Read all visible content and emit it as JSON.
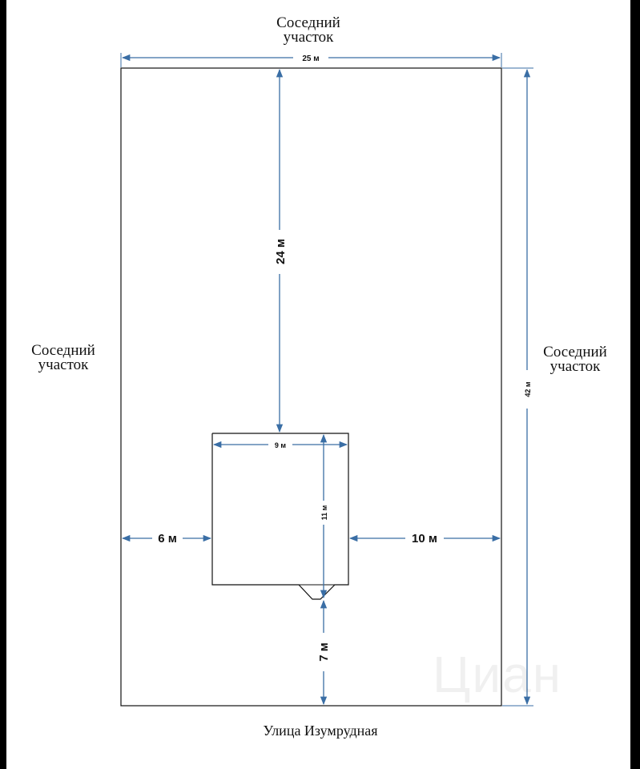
{
  "labels": {
    "top_neighbor": "Соседний\nучасток",
    "left_neighbor": "Соседний\nучасток",
    "right_neighbor": "Соседний\nучасток",
    "street": "Улица Изумрудная"
  },
  "dimensions": {
    "plot_width": "25 м",
    "plot_depth": "42 м",
    "house_to_back": "24 м",
    "house_width": "9 м",
    "house_depth": "11 м",
    "left_setback": "6 м",
    "right_setback": "10 м",
    "front_setback": "7 м"
  },
  "watermark": "Циан",
  "colors": {
    "dimension_line": "#3a6ea5",
    "outline": "#111111",
    "frame": "#000000"
  }
}
